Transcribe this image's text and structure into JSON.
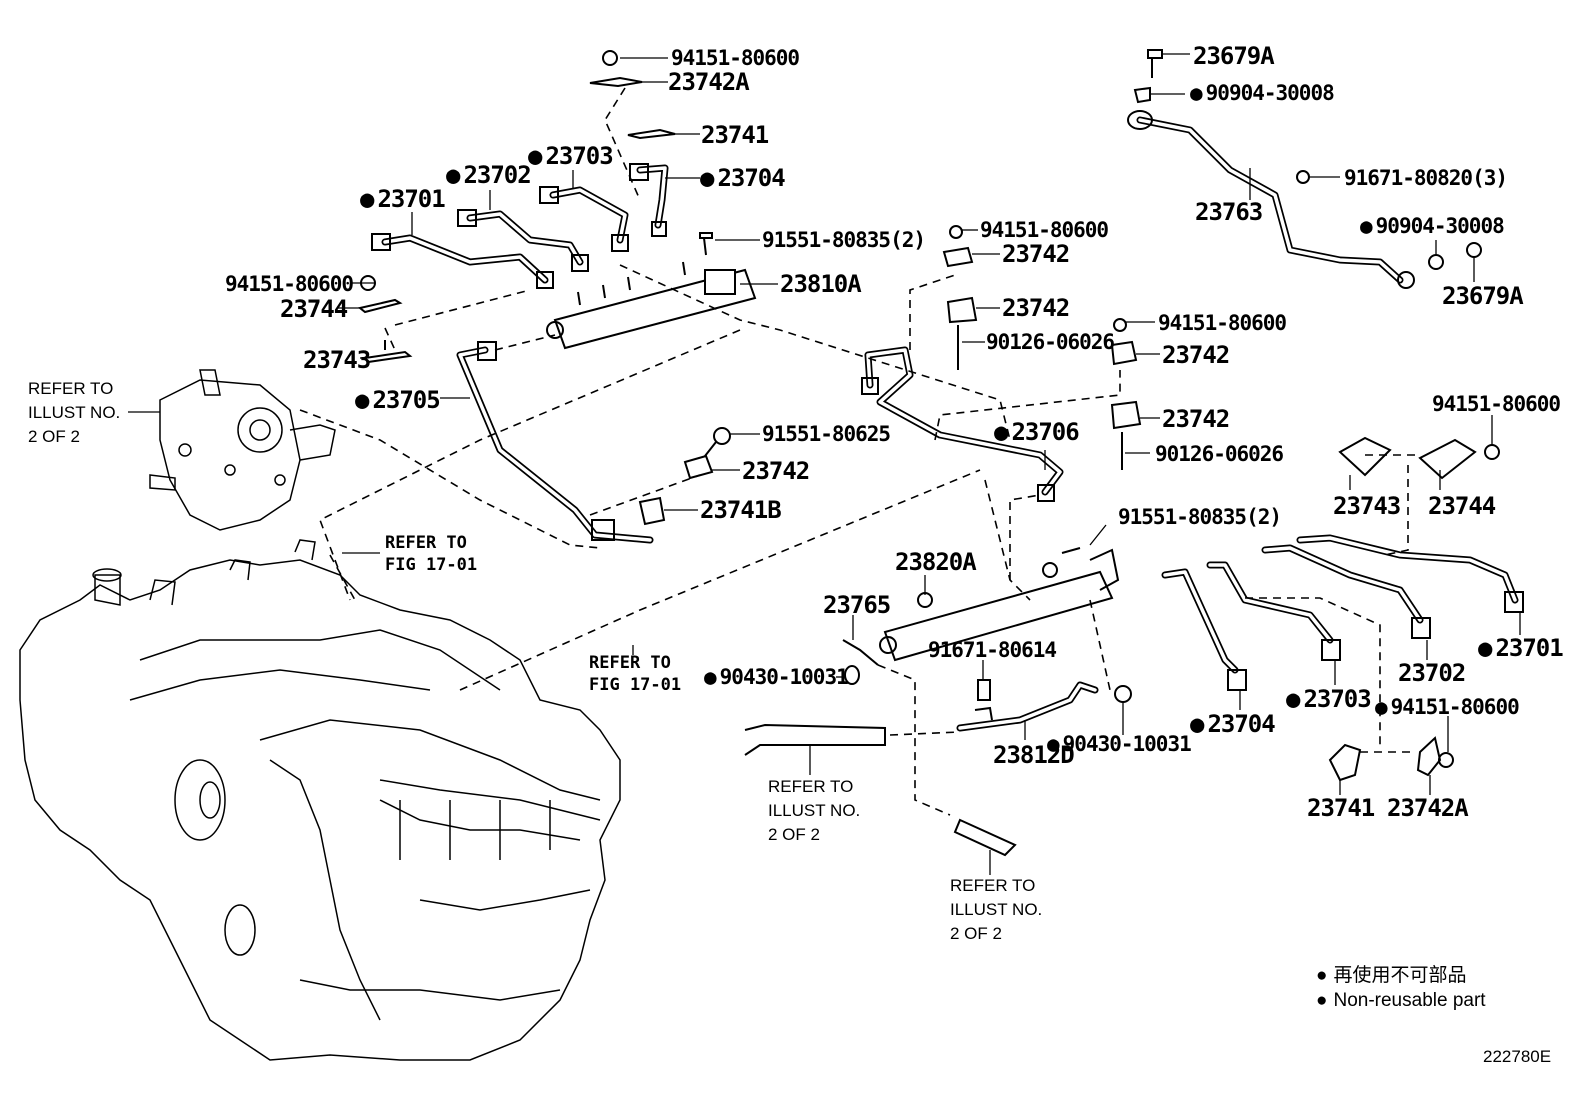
{
  "figure": {
    "id": "222780E",
    "legend": [
      "再使用不可部品",
      "Non-reusable part"
    ]
  },
  "labels": {
    "top_94151": "94151-80600",
    "top_23742A": "23742A",
    "top_23741": "23741",
    "p23704_top": "23704",
    "p23703_top": "23703",
    "p23702_top": "23702",
    "p23701_top": "23701",
    "bolt_91551_80835_top": "91551-80835(2)",
    "rail_23810A": "23810A",
    "left_94151": "94151-80600",
    "left_23744": "23744",
    "left_23743": "23743",
    "p23705": "23705",
    "bolt_91551_80625": "91551-80625",
    "mid_23742": "23742",
    "p23741B": "23741B",
    "c_94151_a": "94151-80600",
    "c_23742_a": "23742",
    "c_23742_b": "23742",
    "c_90126_a": "90126-06026",
    "c_94151_b": "94151-80600",
    "c_23742_c": "23742",
    "c_23742_d": "23742",
    "c_90126_b": "90126-06026",
    "p23706": "23706",
    "tr_23679A_top": "23679A",
    "tr_90904_top": "90904-30008",
    "tr_23763": "23763",
    "tr_91671_80820": "91671-80820(3)",
    "tr_90904_bottom": "90904-30008",
    "tr_23679A_bottom": "23679A",
    "r_94151": "94151-80600",
    "r_23743": "23743",
    "r_23744": "23744",
    "bolt_91551_80835_right": "91551-80835(2)",
    "rail_23820A": "23820A",
    "p23765": "23765",
    "p90430_left": "90430-10031",
    "bolt_91671_80614": "91671-80614",
    "p90430_right": "90430-10031",
    "p23812D": "23812D",
    "r_23701": "23701",
    "r_23702": "23702",
    "r_23703": "23703",
    "r_23704": "23704",
    "br_94151": "94151-80600",
    "br_23741": "23741",
    "br_23742A": "23742A"
  },
  "refs": {
    "pump_ref": [
      "REFER TO",
      "ILLUST NO.",
      "2 OF 2"
    ],
    "fig_ref_upper": [
      "REFER TO",
      "FIG 17-01"
    ],
    "fig_ref_lower": [
      "REFER TO",
      "FIG 17-01"
    ],
    "hose_ref_left": [
      "REFER TO",
      "ILLUST NO.",
      "2 OF 2"
    ],
    "hose_ref_right": [
      "REFER TO",
      "ILLUST NO.",
      "2 OF 2"
    ]
  }
}
